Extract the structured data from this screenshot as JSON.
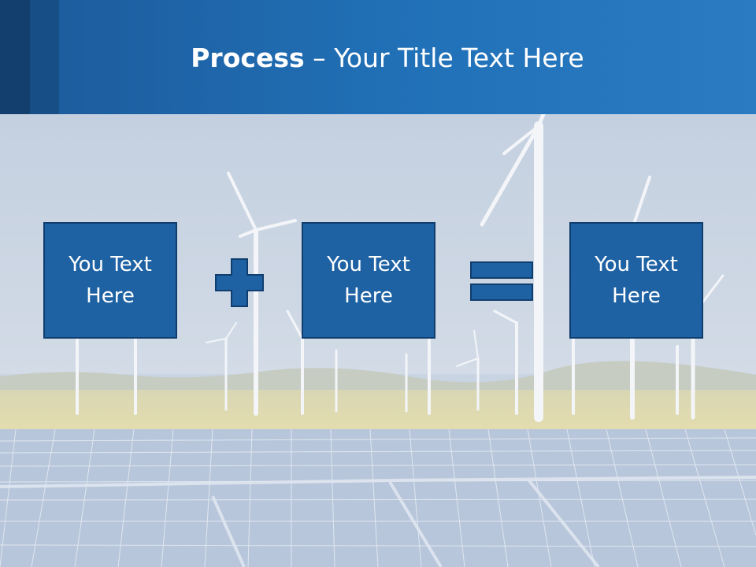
{
  "slide": {
    "title_bold": "Process",
    "title_rest": " – Your Title Text Here",
    "boxes": [
      {
        "text": "You Text Here"
      },
      {
        "text": "You Text Here"
      },
      {
        "text": "You Text Here"
      }
    ],
    "operators": [
      "plus-icon",
      "equals-icon"
    ],
    "colors": {
      "header": "#2171b8",
      "box_fill": "#1e62a4",
      "box_border": "#0f3e6e",
      "background_tint": "#c9d4e3"
    }
  }
}
